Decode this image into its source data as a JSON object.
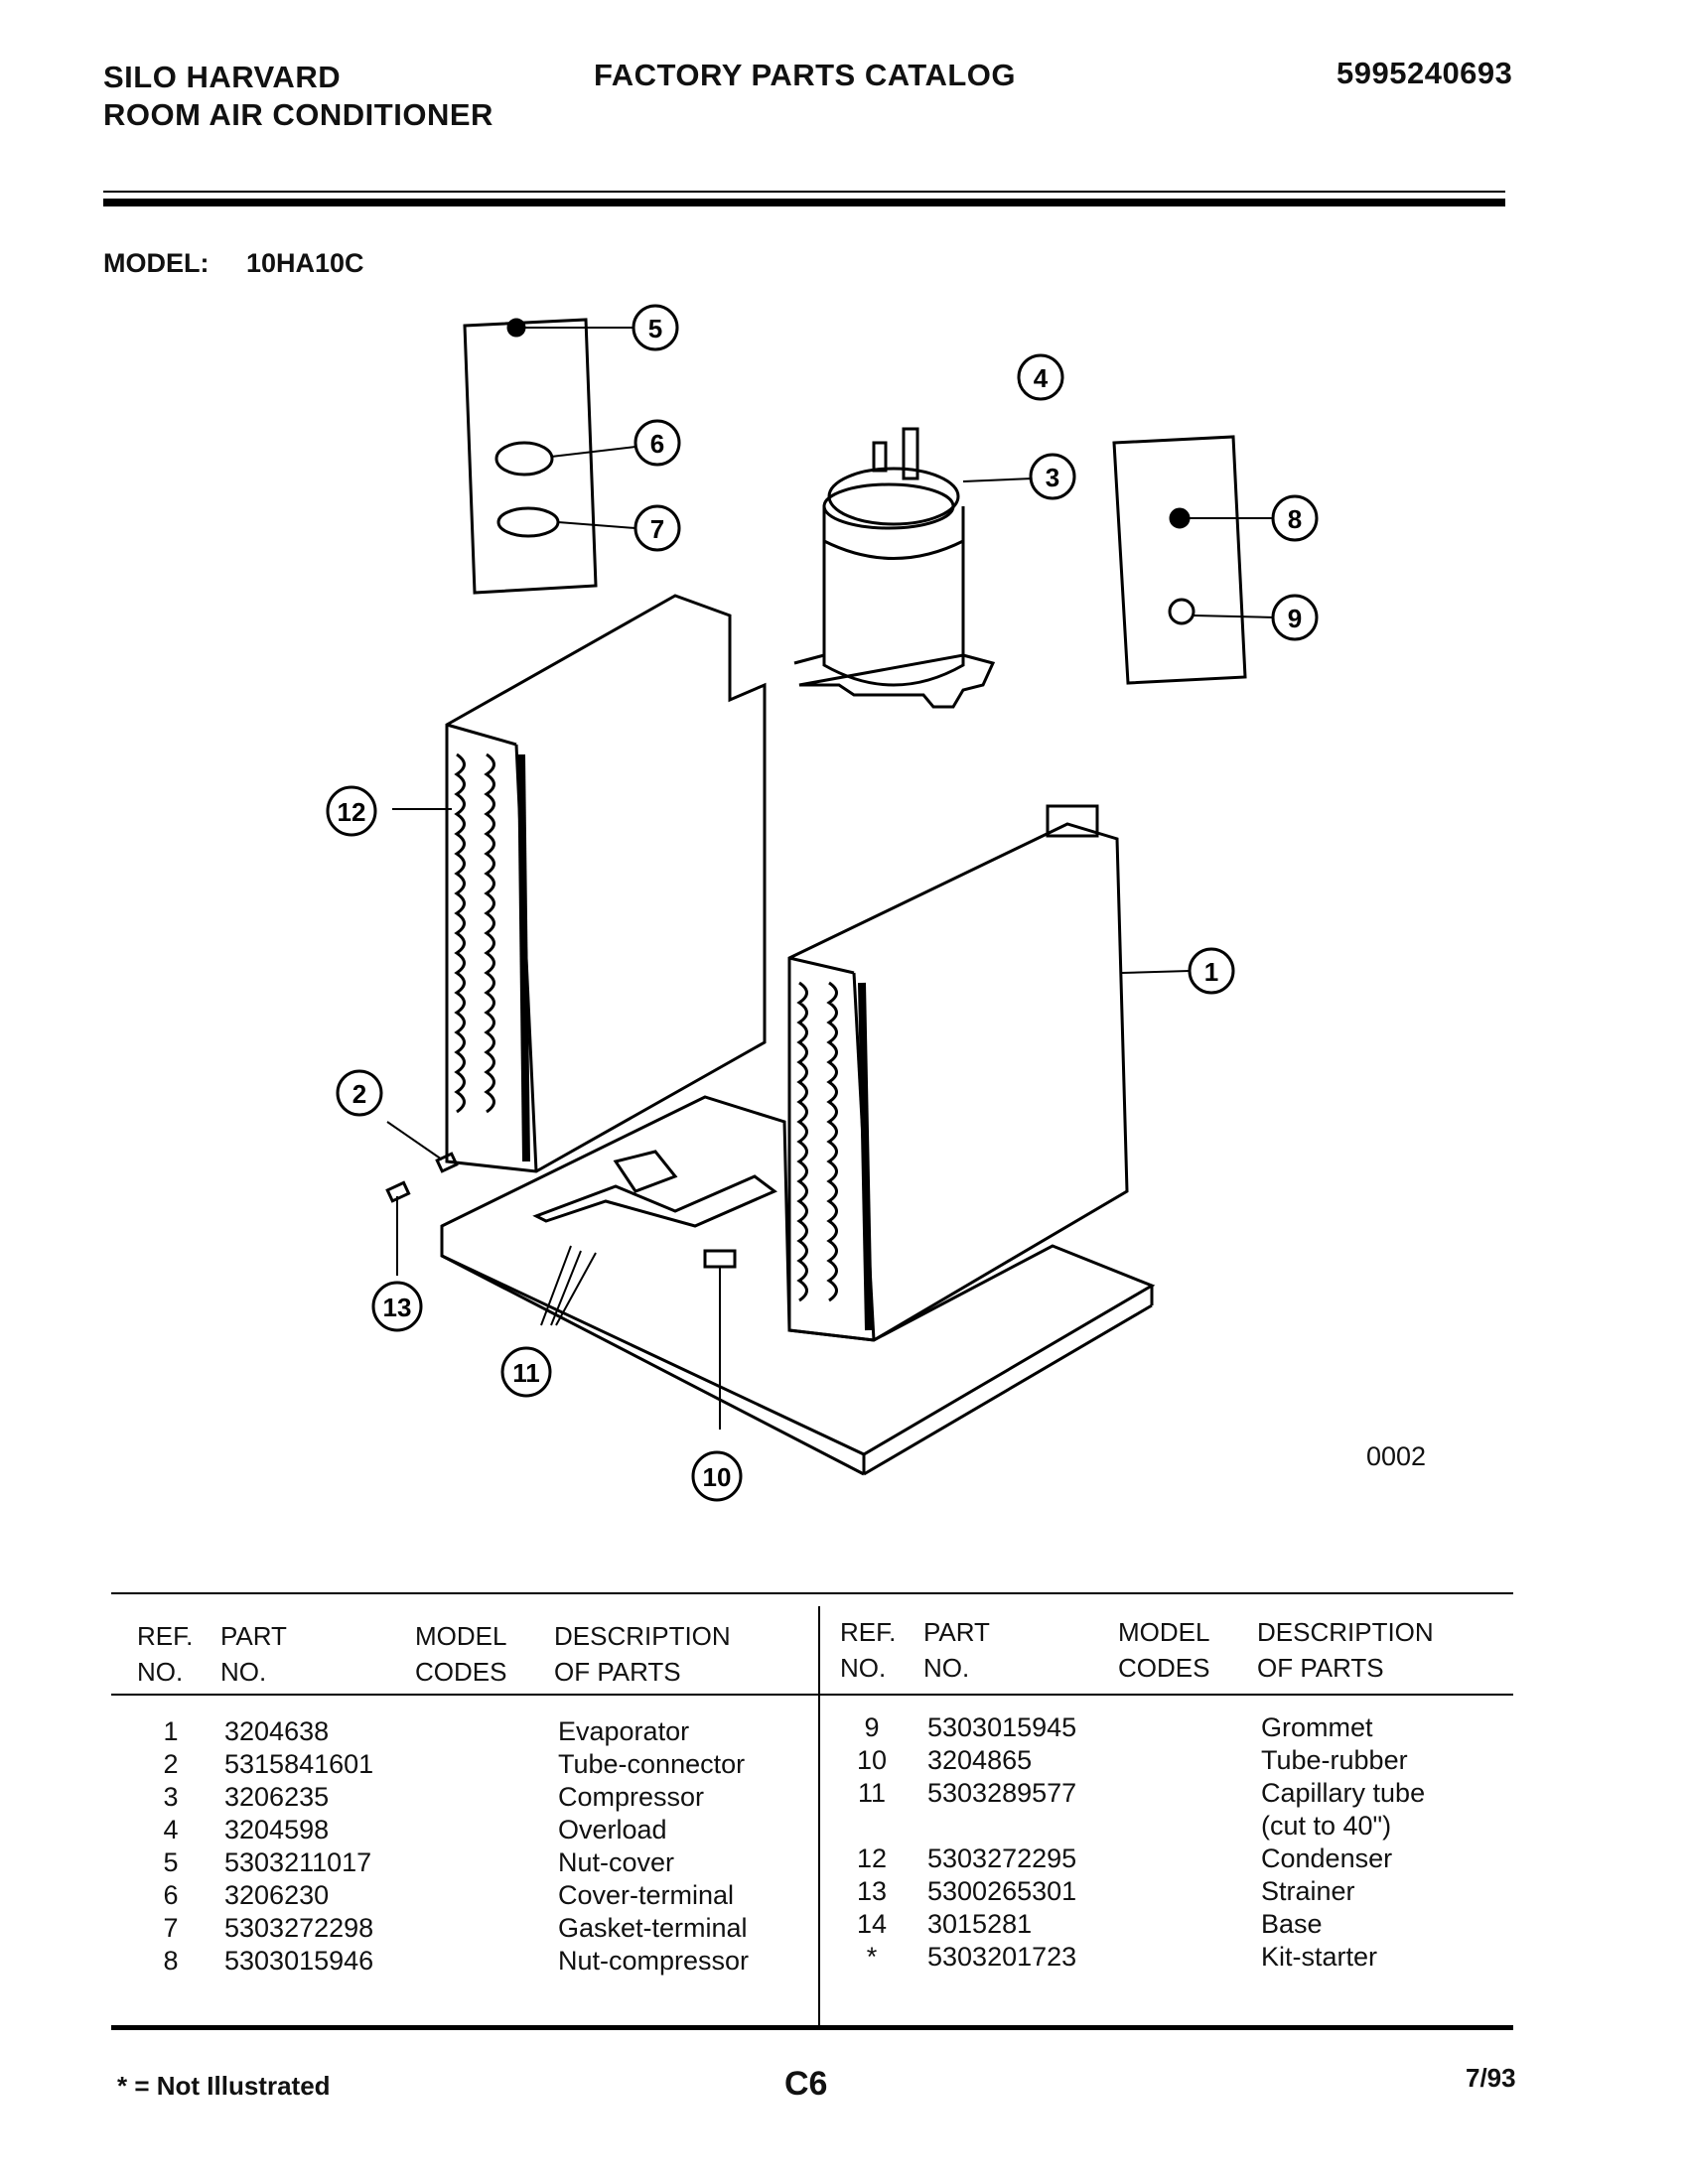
{
  "header": {
    "brand_line1": "SILO HARVARD",
    "brand_line2": "ROOM AIR CONDITIONER",
    "catalog_title": "FACTORY PARTS CATALOG",
    "catalog_number": "5995240693"
  },
  "model": {
    "label": "MODEL:",
    "value": "10HA10C"
  },
  "diagram": {
    "code": "0002",
    "callouts": [
      "1",
      "2",
      "3",
      "4",
      "5",
      "6",
      "7",
      "8",
      "9",
      "10",
      "11",
      "12",
      "13"
    ]
  },
  "table": {
    "headers": {
      "ref": [
        "REF.",
        "NO."
      ],
      "part": [
        "PART",
        "NO."
      ],
      "model": [
        "MODEL",
        "CODES"
      ],
      "desc": [
        "DESCRIPTION",
        "OF PARTS"
      ]
    },
    "left_rows": [
      {
        "ref": "1",
        "part": "3204638",
        "model": "",
        "desc": "Evaporator"
      },
      {
        "ref": "2",
        "part": "5315841601",
        "model": "",
        "desc": "Tube-connector"
      },
      {
        "ref": "3",
        "part": "3206235",
        "model": "",
        "desc": "Compressor"
      },
      {
        "ref": "4",
        "part": "3204598",
        "model": "",
        "desc": "Overload"
      },
      {
        "ref": "5",
        "part": "5303211017",
        "model": "",
        "desc": "Nut-cover"
      },
      {
        "ref": "6",
        "part": "3206230",
        "model": "",
        "desc": "Cover-terminal"
      },
      {
        "ref": "7",
        "part": "5303272298",
        "model": "",
        "desc": "Gasket-terminal"
      },
      {
        "ref": "8",
        "part": "5303015946",
        "model": "",
        "desc": "Nut-compressor"
      }
    ],
    "right_rows": [
      {
        "ref": "9",
        "part": "5303015945",
        "model": "",
        "desc": "Grommet"
      },
      {
        "ref": "10",
        "part": "3204865",
        "model": "",
        "desc": "Tube-rubber"
      },
      {
        "ref": "11",
        "part": "5303289577",
        "model": "",
        "desc": "Capillary tube"
      },
      {
        "ref": "",
        "part": "",
        "model": "",
        "desc": "(cut to 40\")"
      },
      {
        "ref": "12",
        "part": "5303272295",
        "model": "",
        "desc": "Condenser"
      },
      {
        "ref": "13",
        "part": "5300265301",
        "model": "",
        "desc": "Strainer"
      },
      {
        "ref": "14",
        "part": "3015281",
        "model": "",
        "desc": "Base"
      },
      {
        "ref": "*",
        "part": "5303201723",
        "model": "",
        "desc": "Kit-starter"
      }
    ]
  },
  "footer": {
    "note": "* = Not Illustrated",
    "page": "C6",
    "date": "7/93"
  }
}
